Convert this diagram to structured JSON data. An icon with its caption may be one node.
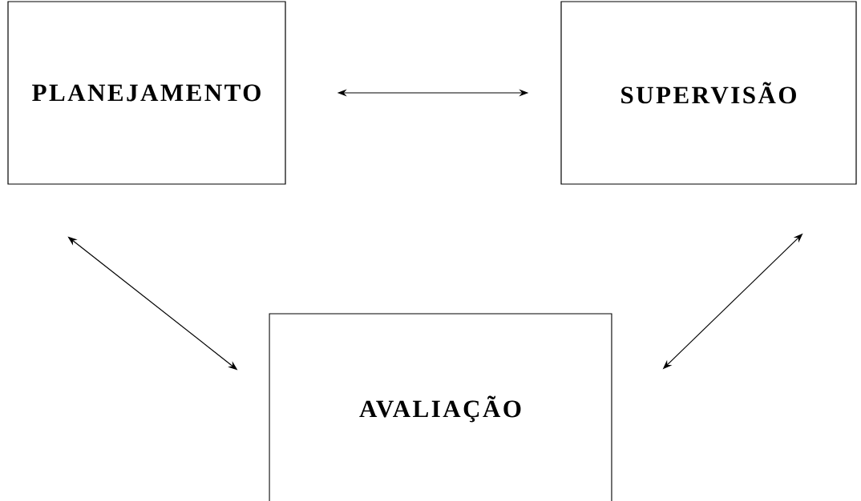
{
  "diagram": {
    "nodes": [
      {
        "text": [
          "PLANEJAMENTO"
        ]
      },
      {
        "text": [
          "SUPERVISÃO"
        ]
      },
      {
        "text": [
          "AVALIAÇÃO"
        ]
      }
    ],
    "edges": [
      {
        "from": 0,
        "to": 1,
        "arrow": "both"
      },
      {
        "from": 0,
        "to": 2,
        "arrow": "both"
      },
      {
        "from": 1,
        "to": 2,
        "arrow": "both"
      }
    ]
  }
}
